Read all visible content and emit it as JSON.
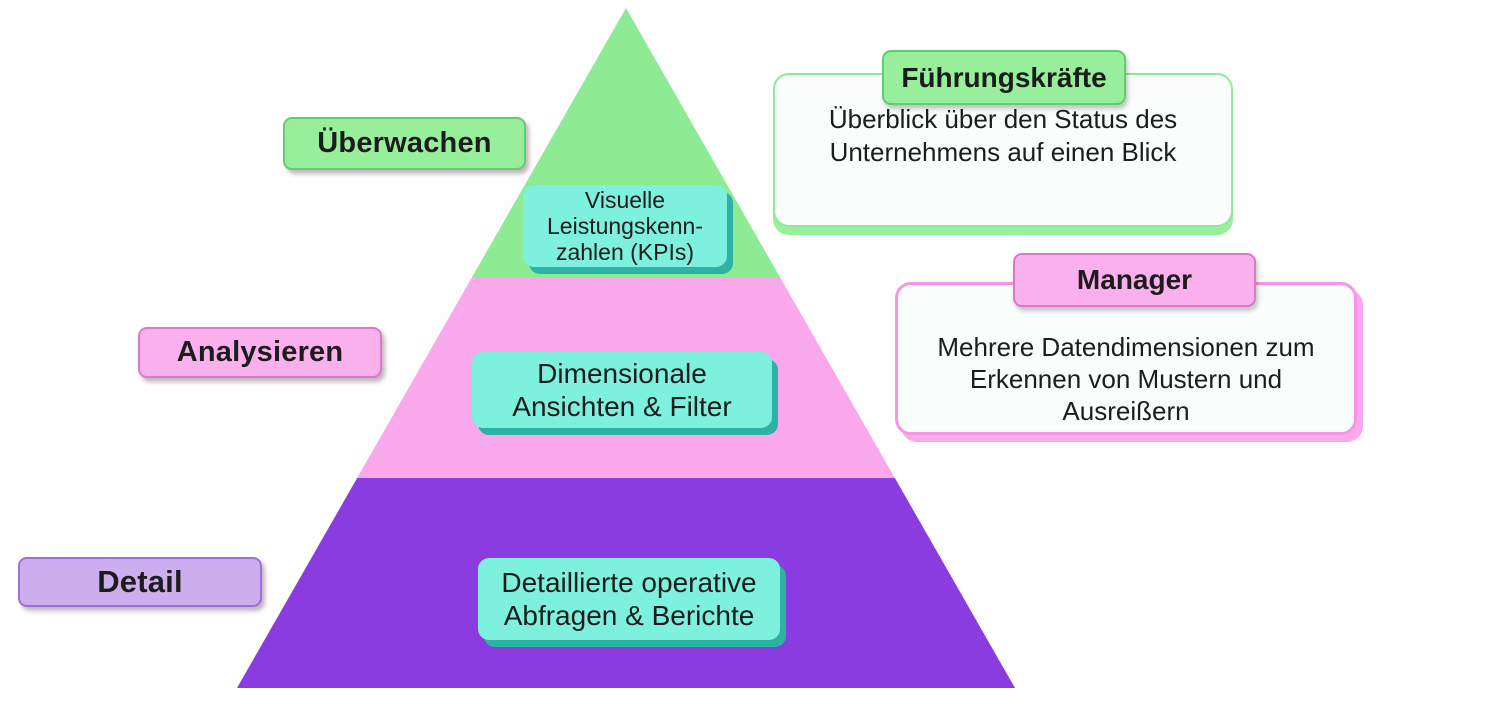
{
  "colors": {
    "background": "#fefefe",
    "text_dark": "#1c1c1c",
    "band_green": "#8deb93",
    "band_pink": "#f9a8ec",
    "band_purple": "#8a3ce1",
    "cyan_box": "#7df0de",
    "cyan_shadow": "#2db2a6",
    "green_label_bg": "#97ee9b",
    "green_label_border": "#5ecf6b",
    "pink_label_bg": "#fbb0ee",
    "pink_label_border": "#db79c8",
    "purple_label_bg": "#ccaeee",
    "purple_label_border": "#9d6fd8",
    "card_bg": "#f9fdfc",
    "card_green_border": "#8fe996",
    "card_pink_border": "#f795e6"
  },
  "levels": [
    {
      "side_label": "Überwachen",
      "band_lines": [
        "Visuelle",
        "Leistungskenn-",
        "zahlen (KPIs)"
      ]
    },
    {
      "side_label": "Analysieren",
      "band_lines": [
        "Dimensionale",
        "Ansichten & Filter"
      ]
    },
    {
      "side_label": "Detail",
      "band_lines": [
        "Detaillierte operative",
        "Abfragen & Berichte"
      ]
    }
  ],
  "callouts": [
    {
      "title": "Führungskräfte",
      "body_lines": [
        "Überblick über den Status des",
        "Unternehmens auf einen Blick"
      ]
    },
    {
      "title": "Manager",
      "body_lines": [
        "Mehrere Datendimensionen zum",
        "Erkennen von Mustern und",
        "Ausreißern"
      ]
    }
  ]
}
